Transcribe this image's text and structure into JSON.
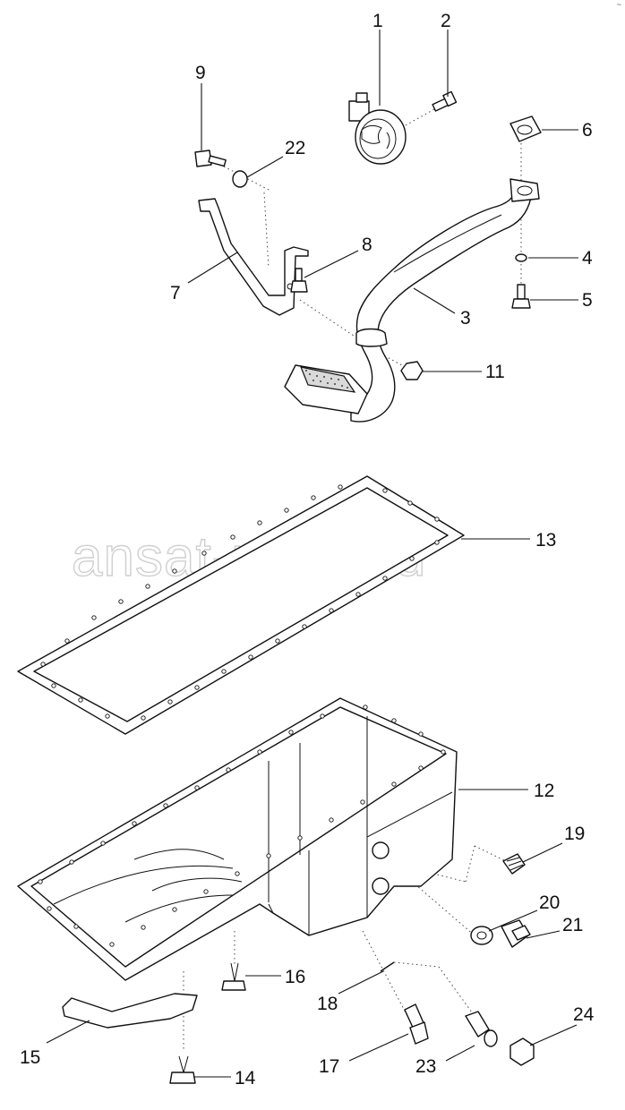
{
  "watermark": "ansat-parts.ru",
  "page_mark": "~",
  "callouts": [
    {
      "id": "1",
      "label": "1"
    },
    {
      "id": "2",
      "label": "2"
    },
    {
      "id": "3",
      "label": "3"
    },
    {
      "id": "4",
      "label": "4"
    },
    {
      "id": "5",
      "label": "5"
    },
    {
      "id": "6",
      "label": "6"
    },
    {
      "id": "7",
      "label": "7"
    },
    {
      "id": "8",
      "label": "8"
    },
    {
      "id": "9",
      "label": "9"
    },
    {
      "id": "11",
      "label": "11"
    },
    {
      "id": "12",
      "label": "12"
    },
    {
      "id": "13",
      "label": "13"
    },
    {
      "id": "14",
      "label": "14"
    },
    {
      "id": "15",
      "label": "15"
    },
    {
      "id": "16",
      "label": "16"
    },
    {
      "id": "17",
      "label": "17"
    },
    {
      "id": "18",
      "label": "18"
    },
    {
      "id": "19",
      "label": "19"
    },
    {
      "id": "20",
      "label": "20"
    },
    {
      "id": "21",
      "label": "21"
    },
    {
      "id": "22",
      "label": "22"
    },
    {
      "id": "23",
      "label": "23"
    },
    {
      "id": "24",
      "label": "24"
    }
  ]
}
